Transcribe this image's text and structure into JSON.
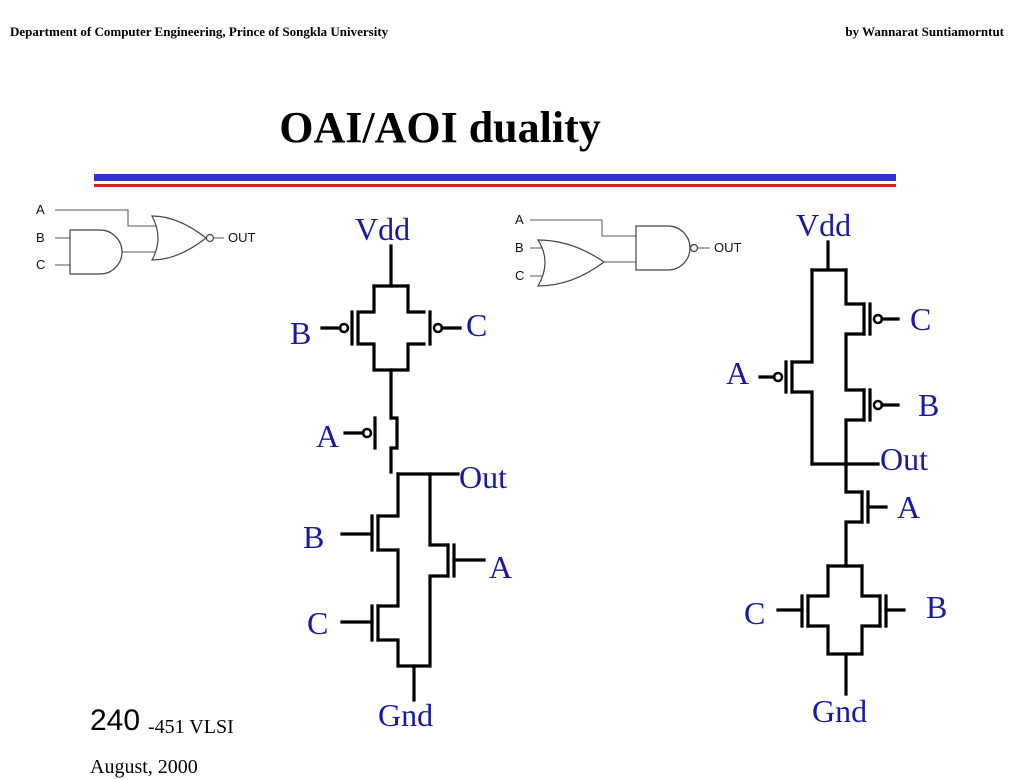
{
  "header": {
    "left": "Department of Computer Engineering, Prince of Songkla University",
    "right": "by Wannarat Suntiamorntut"
  },
  "title": "OAI/AOI   duality",
  "colors": {
    "accent_blue": "#3333cc",
    "accent_red": "#cc2222",
    "label_color": "#1a1aa0"
  },
  "gate_left": {
    "inputs": [
      "A",
      "B",
      "C"
    ],
    "output": "OUT"
  },
  "gate_right": {
    "inputs": [
      "A",
      "B",
      "C"
    ],
    "output": "OUT"
  },
  "circuit_left": {
    "vdd": "Vdd",
    "gnd": "Gnd",
    "out": "Out",
    "pull_up": [
      "B",
      "C",
      "A"
    ],
    "pull_down": [
      "B",
      "C",
      "A"
    ]
  },
  "circuit_right": {
    "vdd": "Vdd",
    "gnd": "Gnd",
    "out": "Out",
    "pull_up": [
      "C",
      "A",
      "B"
    ],
    "pull_down": [
      "A",
      "C",
      "B"
    ]
  },
  "footer": {
    "course_number": "240",
    "course_name": "-451  VLSI",
    "date": "August, 2000"
  }
}
